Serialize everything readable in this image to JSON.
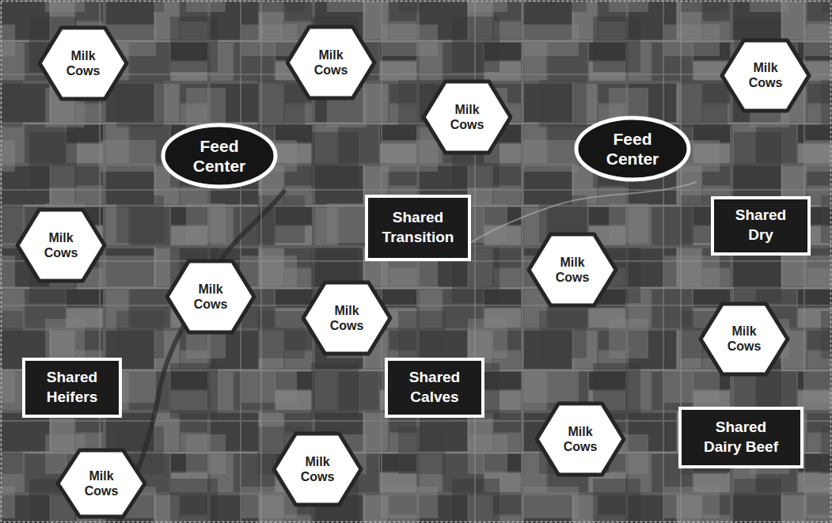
{
  "diagram": {
    "nodes": [
      {
        "text": [
          "Milk Cows"
        ]
      },
      {
        "text": [
          "Milk Cows"
        ]
      },
      {
        "text": [
          "Milk Cows"
        ]
      },
      {
        "text": [
          "Milk Cows"
        ]
      },
      {
        "text": [
          "Feed Center"
        ]
      },
      {
        "text": [
          "Feed Center"
        ]
      },
      {
        "text": [
          "Shared Transition"
        ]
      },
      {
        "text": [
          "Shared Dry"
        ]
      },
      {
        "text": [
          "Milk Cows"
        ]
      },
      {
        "text": [
          "Milk Cows"
        ]
      },
      {
        "text": [
          "Milk Cows"
        ]
      },
      {
        "text": [
          "Milk Cows"
        ]
      },
      {
        "text": [
          "Milk Cows"
        ]
      },
      {
        "text": [
          "Shared Heifers"
        ]
      },
      {
        "text": [
          "Shared Calves"
        ]
      },
      {
        "text": [
          "Milk Cows"
        ]
      },
      {
        "text": [
          "Shared Dairy Beef"
        ]
      },
      {
        "text": [
          "Milk Cows"
        ]
      },
      {
        "text": [
          "Milk Cows"
        ]
      }
    ]
  }
}
